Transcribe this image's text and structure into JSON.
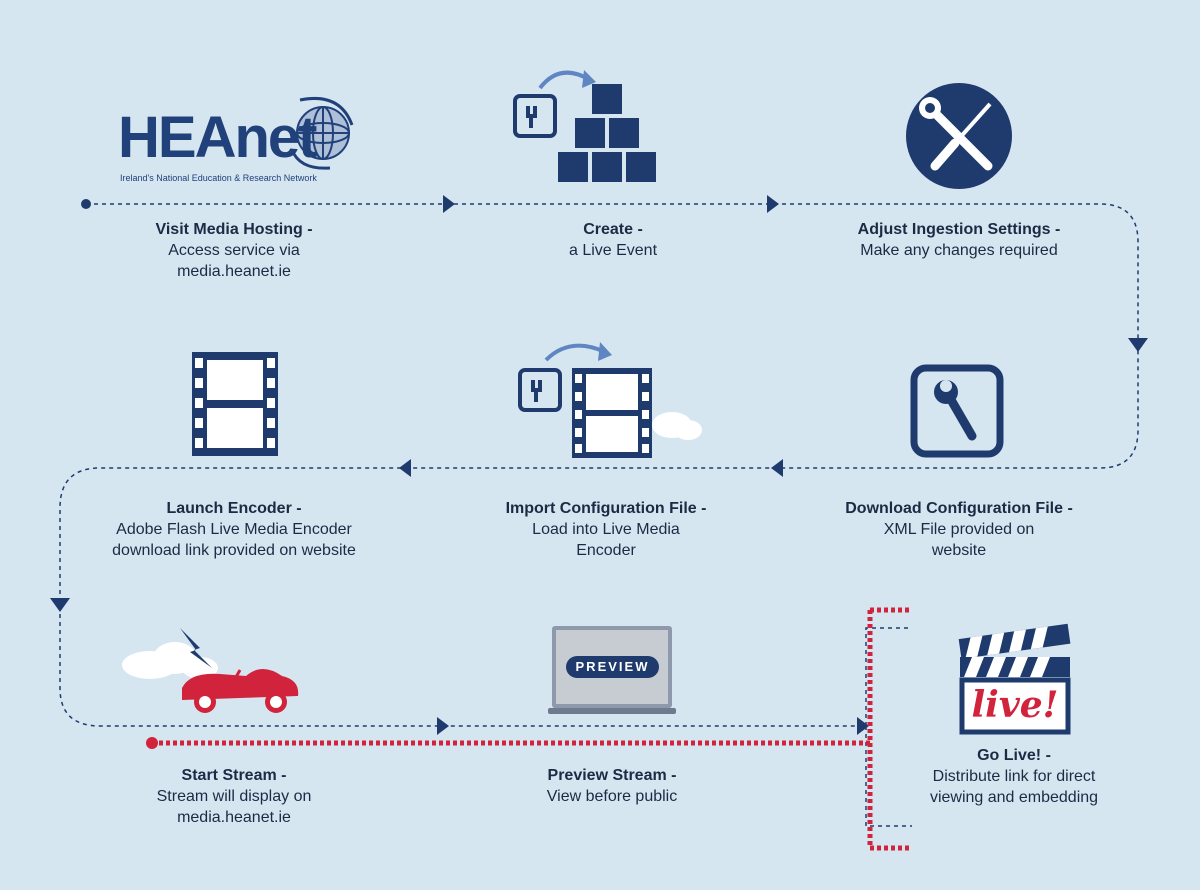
{
  "logo": {
    "name": "HEAnet",
    "tagline": "Ireland's National Education & Research Network"
  },
  "preview_badge": "PREVIEW",
  "clapper_text": "live!",
  "steps": [
    {
      "title": "Visit Media Hosting -",
      "lines": [
        "Access service via",
        "media.heanet.ie"
      ]
    },
    {
      "title": "Create -",
      "lines": [
        "a Live Event"
      ]
    },
    {
      "title": "Adjust Ingestion Settings -",
      "lines": [
        "Make any changes required"
      ]
    },
    {
      "title": "Download Configuration File -",
      "lines": [
        "XML File provided on",
        "website"
      ]
    },
    {
      "title": "Import Configuration File -",
      "lines": [
        "Load into Live Media",
        "Encoder"
      ]
    },
    {
      "title": "Launch Encoder -",
      "lines": [
        "Adobe Flash Live Media Encoder",
        "download link provided on website"
      ]
    },
    {
      "title": "Start Stream -",
      "lines": [
        "Stream will display on",
        "media.heanet.ie"
      ]
    },
    {
      "title": "Preview Stream -",
      "lines": [
        "View before public"
      ]
    },
    {
      "title": "Go Live! -",
      "lines": [
        "Distribute link for direct",
        "viewing and embedding"
      ]
    }
  ],
  "colors": {
    "background": "#d6e6f1",
    "navy": "#1f3b6e",
    "red": "#d1233b",
    "light_blue": "#5f86c2"
  }
}
